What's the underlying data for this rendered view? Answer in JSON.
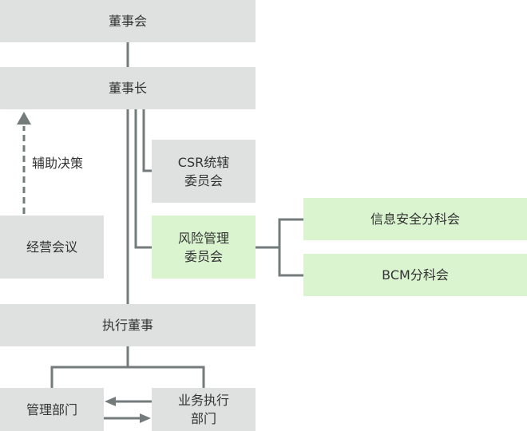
{
  "colors": {
    "box": "#dfe0e0",
    "highlight": "#d9f4cf",
    "line": "#737b7b"
  },
  "nodes": {
    "board": "董事会",
    "chairman": "董事长",
    "csr": "CSR统辖\n委员会",
    "risk": "风险管理\n委员会",
    "management_meeting": "经营会议",
    "infosec": "信息安全分科会",
    "bcm": "BCM分科会",
    "executive_director": "执行董事",
    "admin_dept": "管理部门",
    "business_dept": "业务执行\n部门"
  },
  "edge_labels": {
    "assist": "辅助决策"
  }
}
